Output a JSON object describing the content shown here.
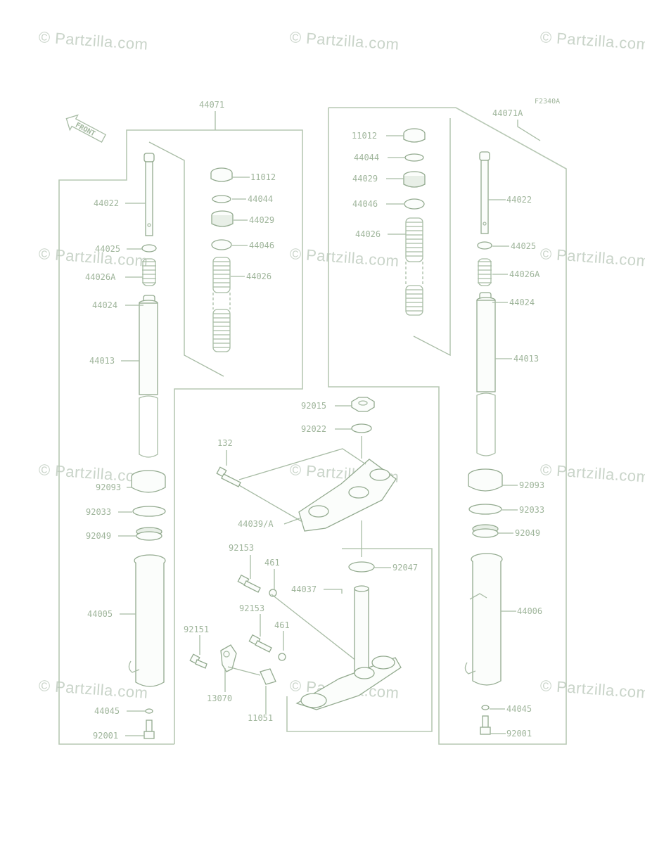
{
  "figure_code": "F2340A",
  "front_label": "FRONT",
  "watermark": "© Partzilla.com",
  "callouts": {
    "c44071": "44071",
    "c44071a": "44071A",
    "l44022": "44022",
    "l44025": "44025",
    "l44026a": "44026A",
    "l44024": "44024",
    "l44013": "44013",
    "l92093": "92093",
    "l92033": "92033",
    "l92049": "92049",
    "l44005": "44005",
    "l44045": "44045",
    "l92001": "92001",
    "l11012": "11012",
    "l44044": "44044",
    "l44029": "44029",
    "l44046": "44046",
    "l44026": "44026",
    "r11012": "11012",
    "r44044": "44044",
    "r44029": "44029",
    "r44046": "44046",
    "r44026": "44026",
    "r44022": "44022",
    "r44025": "44025",
    "r44026a": "44026A",
    "r44024": "44024",
    "r44013": "44013",
    "r92093": "92093",
    "r92033": "92033",
    "r92049": "92049",
    "r44006": "44006",
    "r44045": "44045",
    "r92001": "92001",
    "c92015": "92015",
    "c92022": "92022",
    "c132": "132",
    "c44039": "44039/A",
    "c92153a": "92153",
    "c461a": "461",
    "c44037": "44037",
    "c92047": "92047",
    "c92153b": "92153",
    "c461b": "461",
    "c92151": "92151",
    "c13070": "13070",
    "c11051": "11051"
  },
  "colors": {
    "line": "#a8bca5",
    "text": "#9fb59b",
    "watermark": "#c9d4c9"
  }
}
